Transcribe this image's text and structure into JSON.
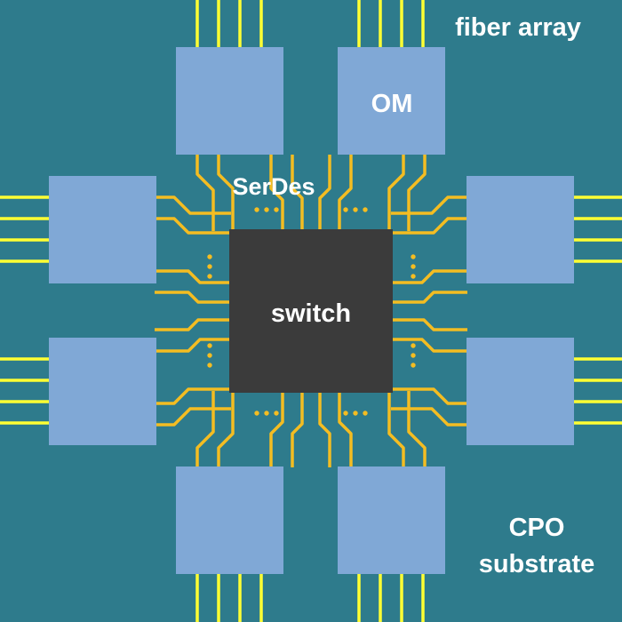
{
  "labels": {
    "fiber_array": "fiber array",
    "om": "OM",
    "serdes": "SerDes",
    "switch": "switch",
    "cpo_line1": "CPO",
    "cpo_line2": "substrate"
  },
  "colors": {
    "substrate": "#2e7b8c",
    "optical_module": "#80a8d6",
    "switch_chip": "#3b3b3b",
    "fiber": "#ffff33",
    "trace": "#f4bd22",
    "label": "#ffffff"
  },
  "counts": {
    "optical_modules": 8,
    "fibers_per_module": 4,
    "traces_per_module": 4
  }
}
